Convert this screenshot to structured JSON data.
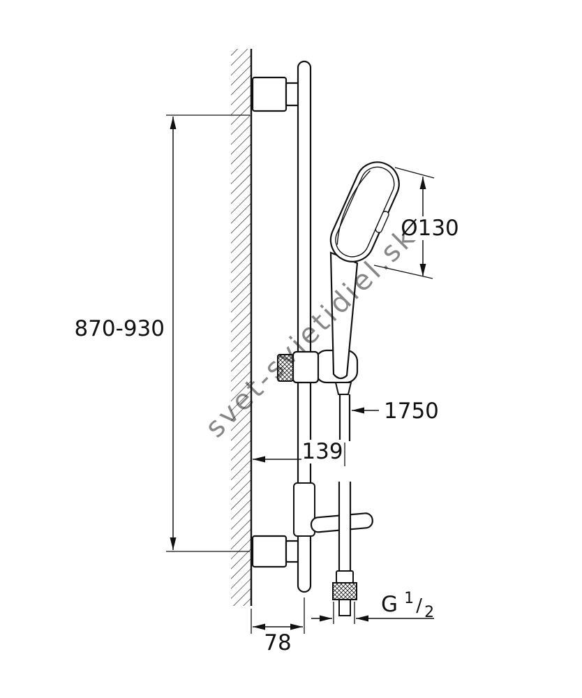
{
  "diagram": {
    "watermark": "svet-svietidiel.sk",
    "dimensions": {
      "rail_height": "870-930",
      "head_diameter": "Ø130",
      "hose_length": "1750",
      "hose_offset": "139",
      "rail_offset": "78",
      "thread_prefix": "G",
      "thread_numerator": "1",
      "thread_slash": "/",
      "thread_denominator": "2"
    },
    "colors": {
      "line": "#111111",
      "watermark": "#ababab",
      "background": "#ffffff"
    }
  }
}
